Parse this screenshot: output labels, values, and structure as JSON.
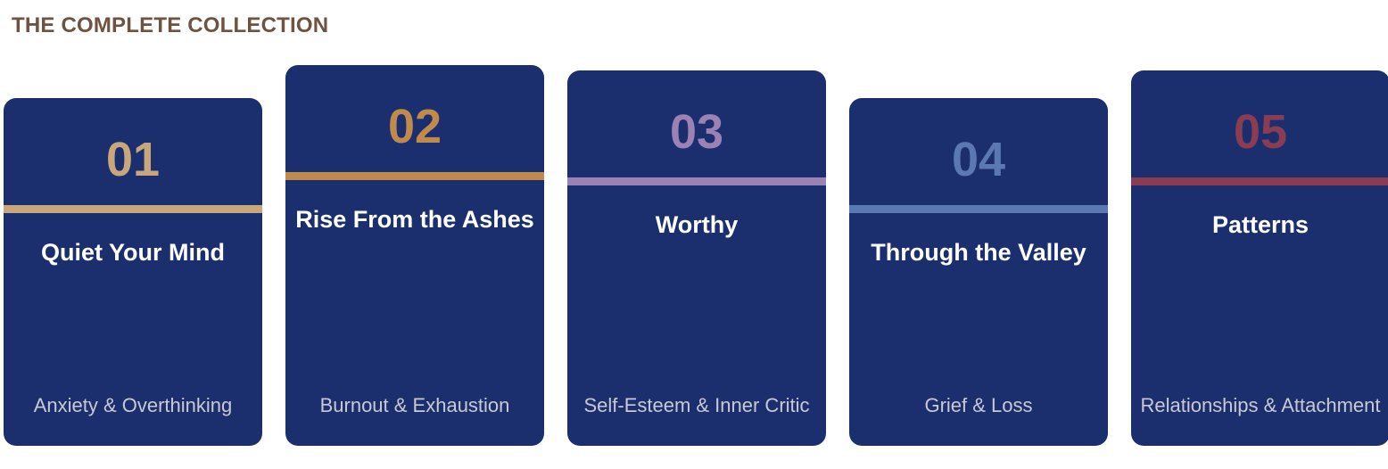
{
  "heading": {
    "text": "THE COMPLETE COLLECTION",
    "color": "#6d5340"
  },
  "cards": [
    {
      "number": "01",
      "title": "Quiet Your Mind",
      "subtitle": "Anxiety & Overthinking",
      "accent": "#c9a77b"
    },
    {
      "number": "02",
      "title": "Rise From the Ashes",
      "subtitle": "Burnout & Exhaustion",
      "accent": "#c08a4c"
    },
    {
      "number": "03",
      "title": "Worthy",
      "subtitle": "Self-Esteem & Inner Critic",
      "accent": "#9a82b5"
    },
    {
      "number": "04",
      "title": "Through the Valley",
      "subtitle": "Grief & Loss",
      "accent": "#5a79b2"
    },
    {
      "number": "05",
      "title": "Patterns",
      "subtitle": "Relationships & Attachment",
      "accent": "#8a3d52"
    }
  ],
  "colors": {
    "card_background": "#1b2f6e",
    "card_title": "#ffffff",
    "card_subtitle": "#c9c9d4"
  }
}
